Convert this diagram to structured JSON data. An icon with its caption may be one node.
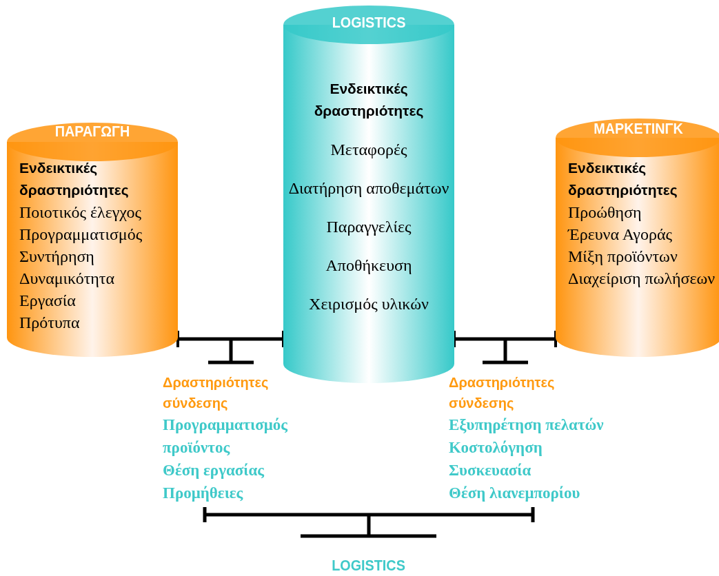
{
  "diagram": {
    "nodes": [
      {
        "text": [
          "ΠΑΡΑΓΩΓΗ",
          "Ενδεικτικές δραστηριότητες",
          "Ποιοτικός έλεγχος",
          "Προγραμματισμός",
          "Συντήρηση",
          "Δυναμικότητα",
          "Εργασία",
          "Πρότυπα"
        ]
      },
      {
        "text": [
          "LOGISTICS",
          "Ενδεικτικές δραστηριότητες",
          "Μεταφορές",
          "Διατήρηση αποθεμάτων",
          "Παραγγελίες",
          "Αποθήκευση",
          "Χειρισμός υλικών"
        ]
      },
      {
        "text": [
          "ΜΑΡΚΕΤΙΝΓΚ",
          "Ενδεικτικές δραστηριότητες",
          "Προώθηση",
          "Έρευνα Αγοράς",
          "Μίξη προϊόντων",
          "Διαχείριση πωλήσεων"
        ]
      }
    ],
    "edges": [
      {
        "from": 0,
        "to": 1,
        "arrow": "other"
      },
      {
        "from": 1,
        "to": 2,
        "arrow": "other"
      }
    ],
    "labels": [
      "Δραστηριότητες σύνδεσης",
      "Προγραμματισμός προϊόντος",
      "Θέση εργασίας",
      "Προμήθειες",
      "Δραστηριότητες σύνδεσης",
      "Εξυπηρέτηση πελατών",
      "Κοστολόγηση",
      "Συσκευασία",
      "Θέση λιανεμπορίου",
      "LOGISTICS"
    ]
  }
}
